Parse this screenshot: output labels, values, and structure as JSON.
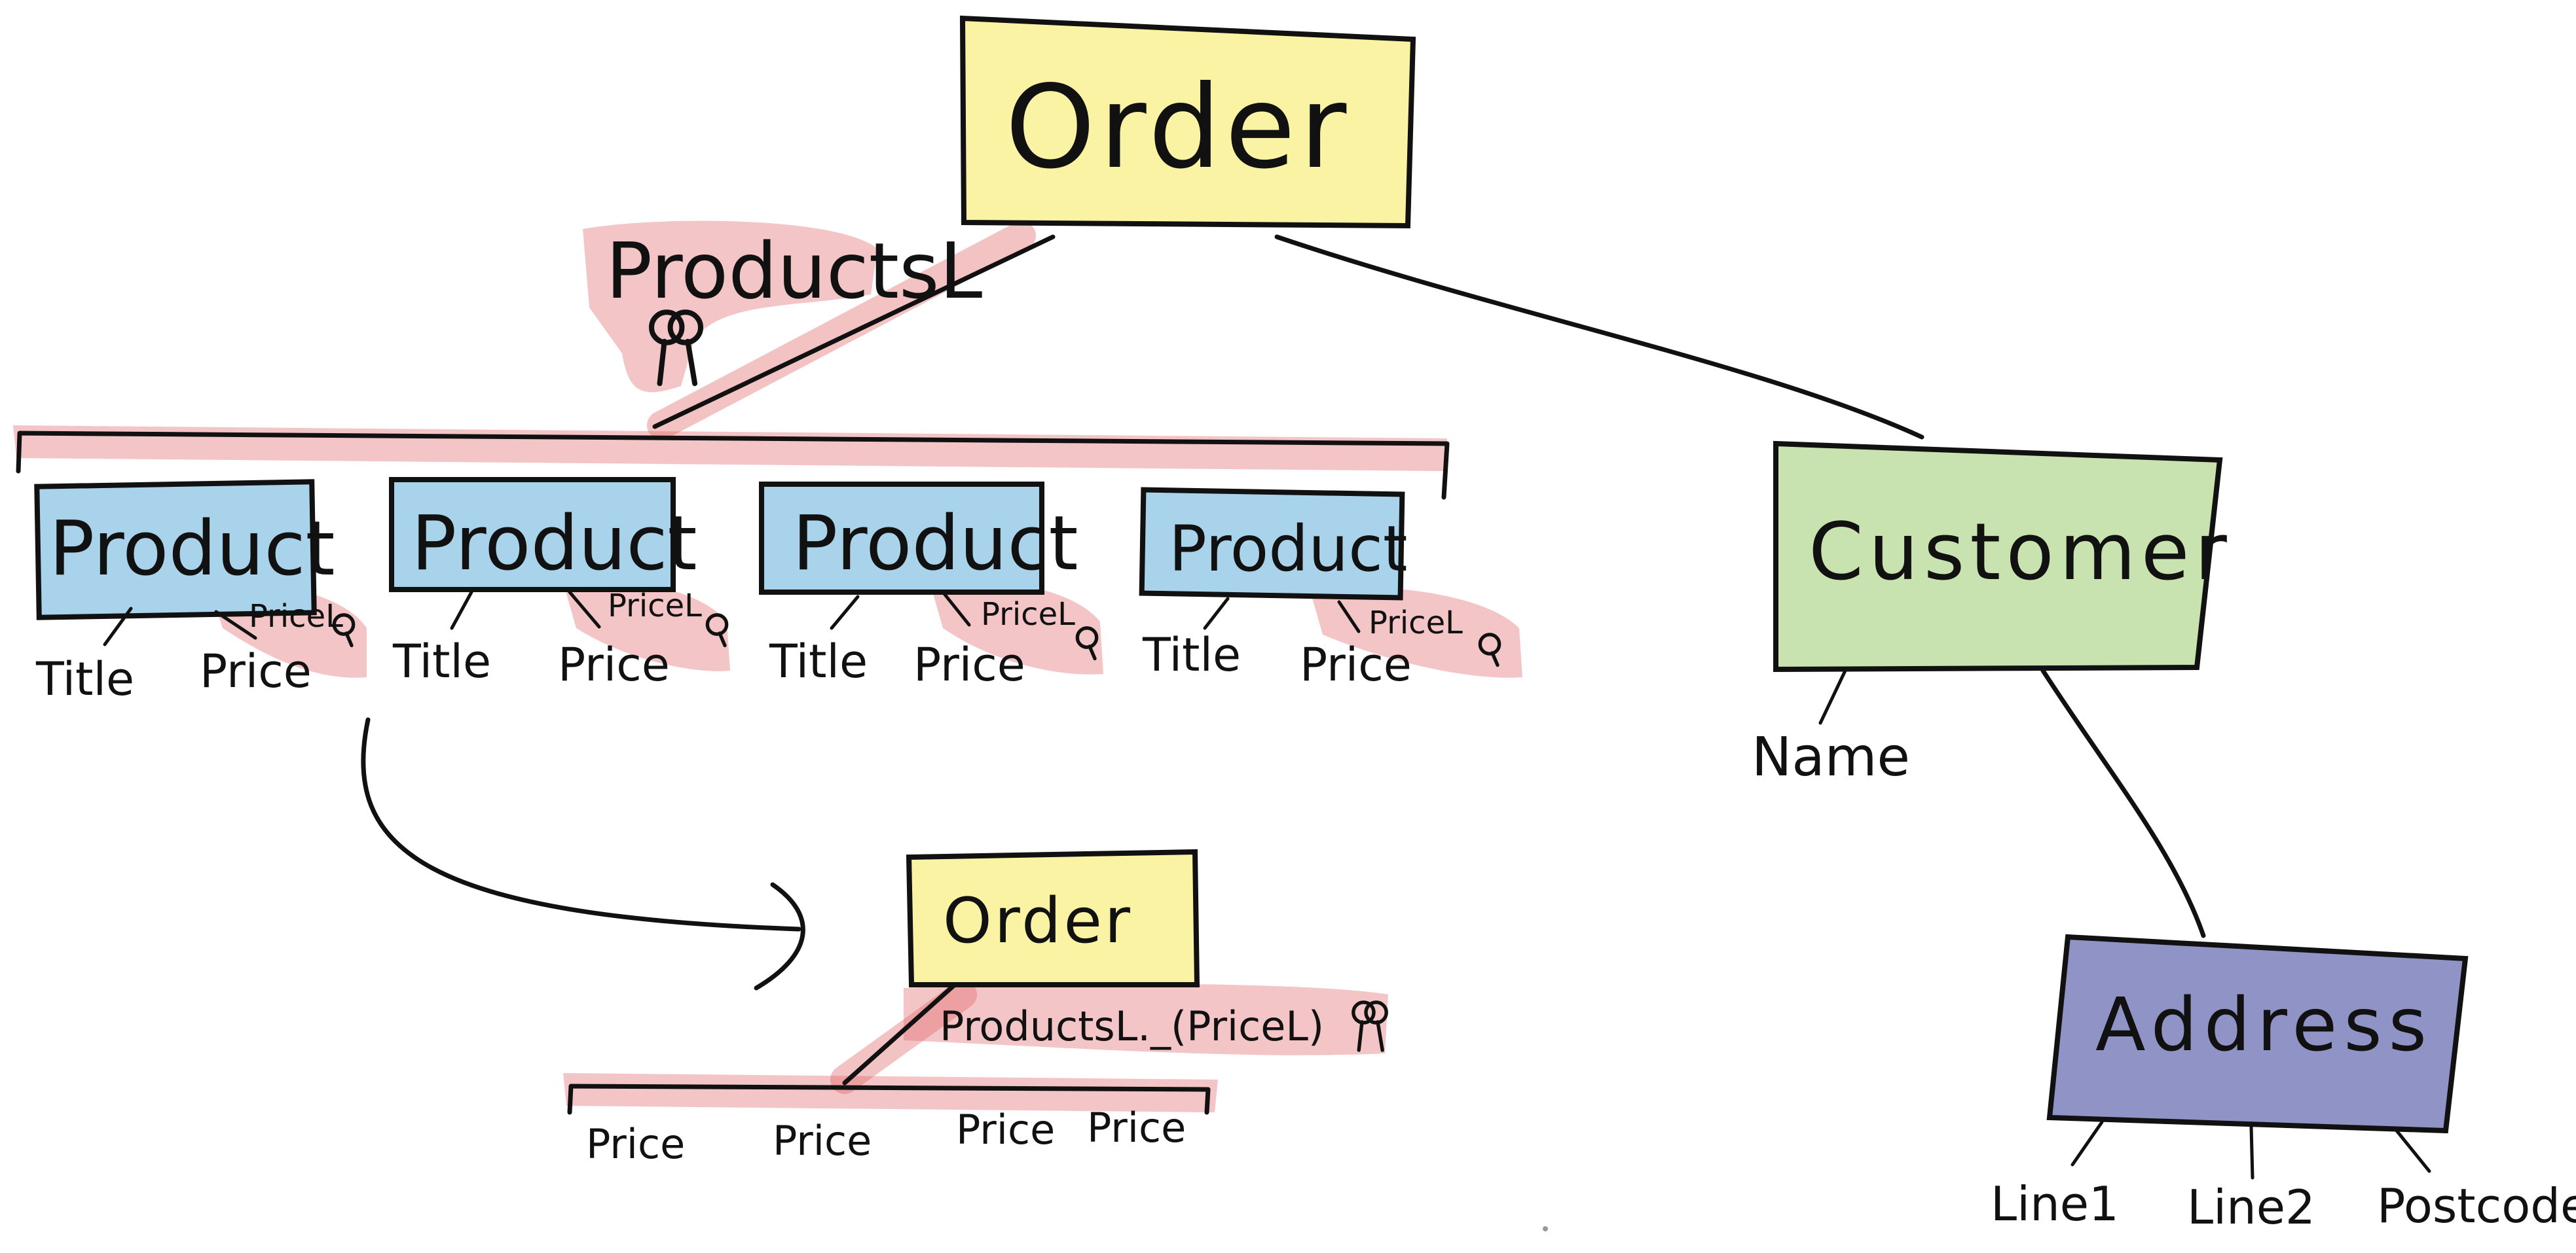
{
  "colors": {
    "order_yellow": "#fbf3a4",
    "product_blue": "#a9d3ea",
    "customer_green": "#c9e3b0",
    "address_navy": "#8f93c6",
    "highlight_red": "#e0585d",
    "ink": "#111111"
  },
  "nodes": {
    "order": "Order",
    "products_list": "ProductsL",
    "products": [
      {
        "label": "Product",
        "title": "Title",
        "price": "Price",
        "index": "PriceL"
      },
      {
        "label": "Product",
        "title": "Title",
        "price": "Price",
        "index": "PriceL"
      },
      {
        "label": "Product",
        "title": "Title",
        "price": "Price",
        "index": "PriceL"
      },
      {
        "label": "Product",
        "title": "Title",
        "price": "Price",
        "index": "PriceL"
      }
    ],
    "customer": "Customer",
    "customer_name": "Name",
    "address": "Address",
    "address_fields": [
      "Line1",
      "Line2",
      "Postcode"
    ]
  },
  "derived": {
    "order": "Order",
    "index_label": "ProductsL._(PriceL)",
    "prices": [
      "Price",
      "Price",
      "Price",
      "Price"
    ]
  },
  "icons": [
    "key-icon"
  ]
}
